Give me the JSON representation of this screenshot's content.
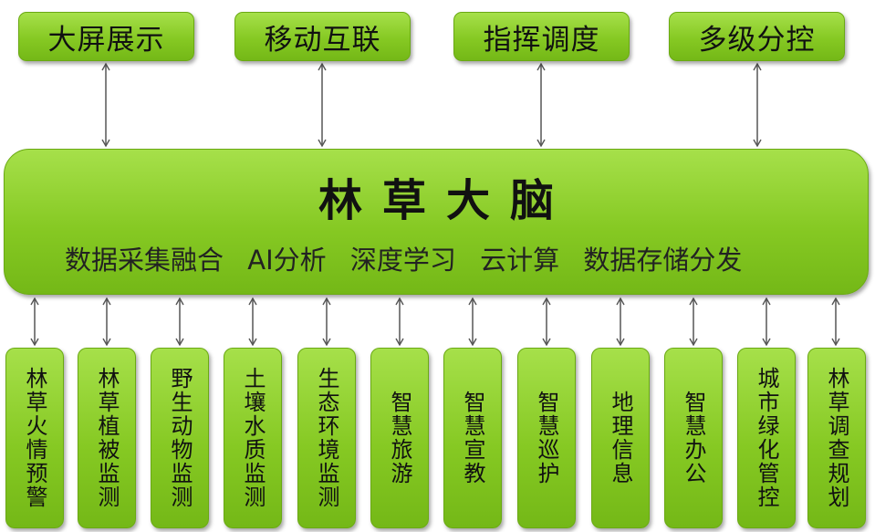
{
  "top_boxes": [
    {
      "label": "大屏展示"
    },
    {
      "label": "移动互联"
    },
    {
      "label": "指挥调度"
    },
    {
      "label": "多级分控"
    }
  ],
  "brain": {
    "title": "林草大脑",
    "capabilities": [
      "数据采集融合",
      "AI分析",
      "深度学习",
      "云计算",
      "数据存储分发"
    ]
  },
  "bottom_boxes": [
    {
      "label": "林草火情预警"
    },
    {
      "label": "林草植被监测"
    },
    {
      "label": "野生动物监测"
    },
    {
      "label": "土壤水质监测"
    },
    {
      "label": "生态环境监测"
    },
    {
      "label": "智慧旅游"
    },
    {
      "label": "智慧宣教"
    },
    {
      "label": "智慧巡护"
    },
    {
      "label": "地理信息"
    },
    {
      "label": "智慧办公"
    },
    {
      "label": "城市绿化管控"
    },
    {
      "label": "林草调查规划"
    }
  ],
  "colors": {
    "box_fill": "#86c923",
    "arrow": "#555555",
    "text": "#111111"
  }
}
